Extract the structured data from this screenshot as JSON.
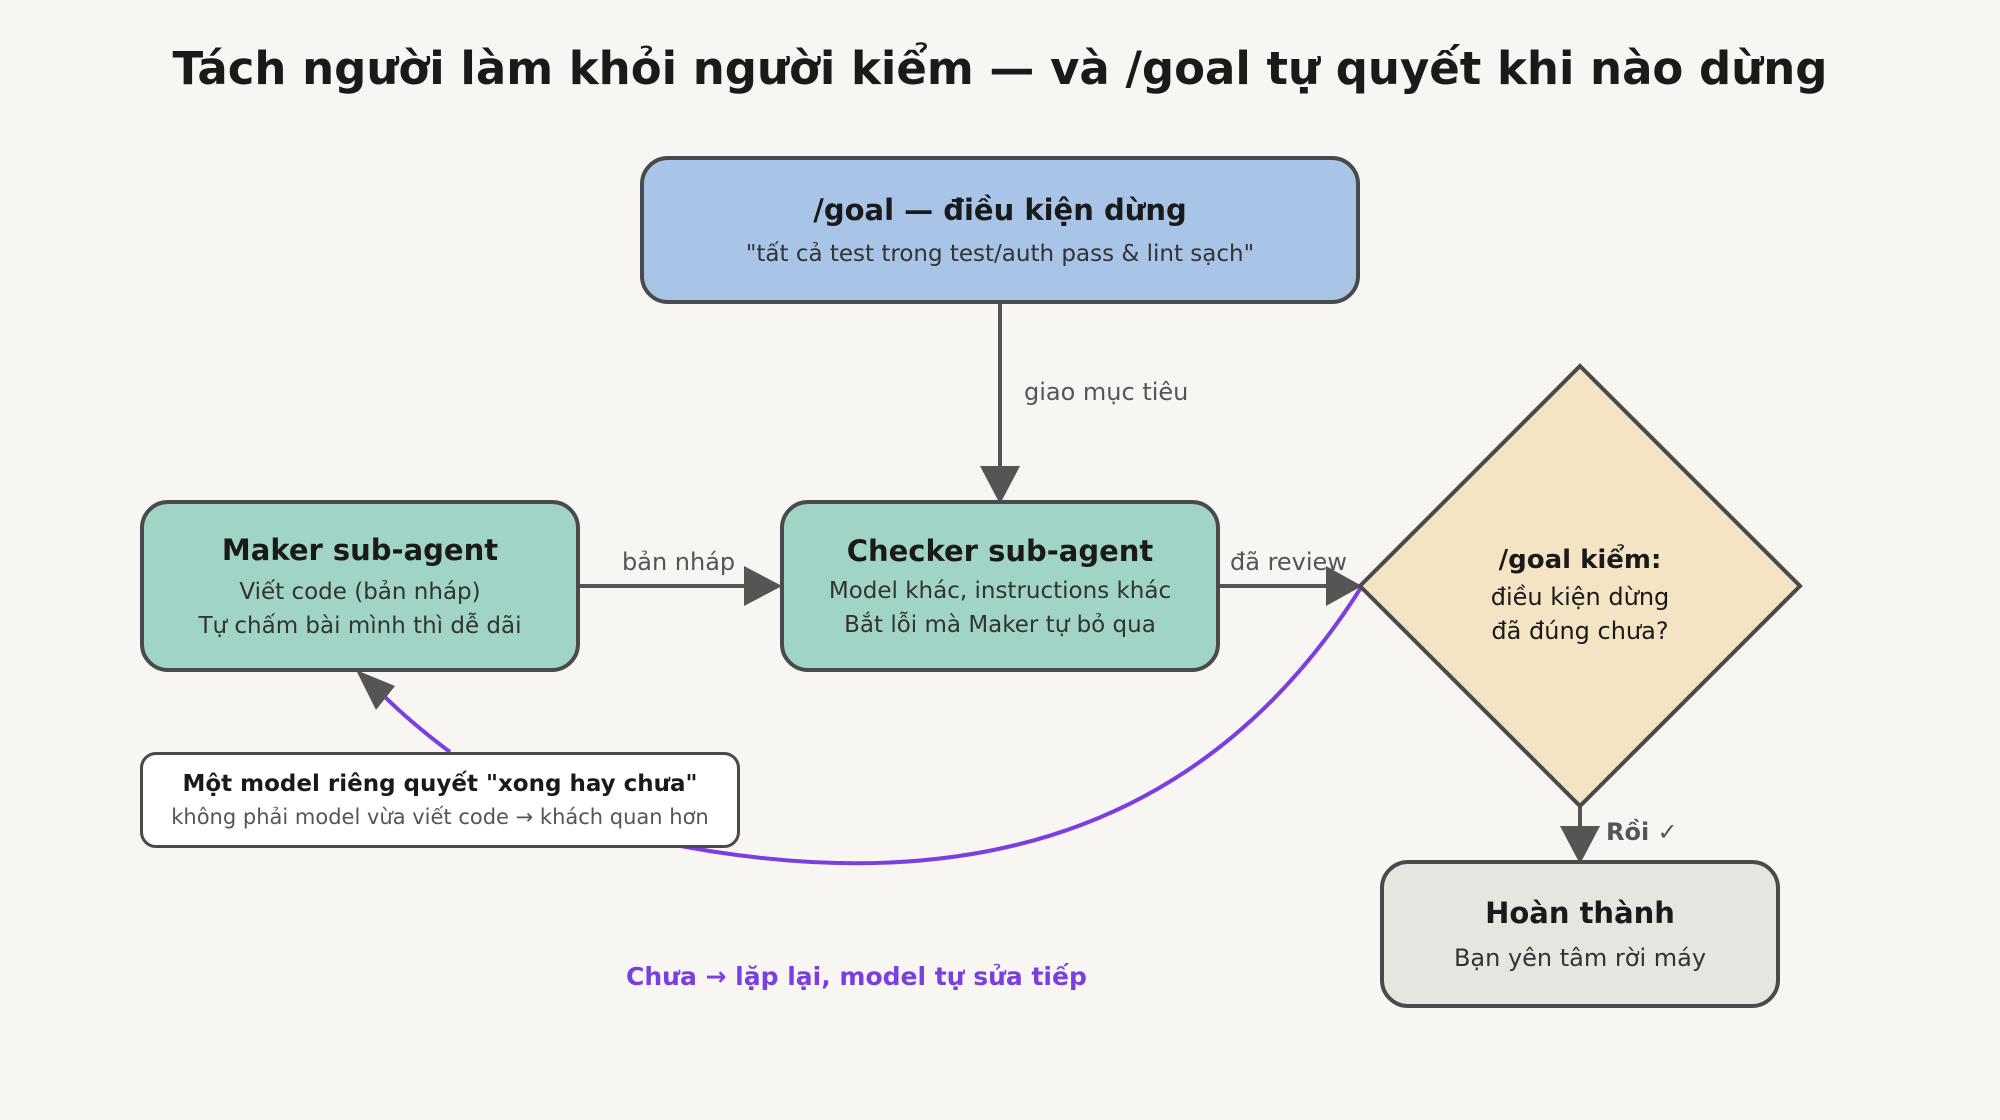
{
  "title": "Tách người làm khỏi người kiểm — và /goal tự quyết khi nào dừng",
  "nodes": {
    "goal": {
      "title": "/goal — điều kiện dừng",
      "subtitle": "\"tất cả test trong test/auth pass & lint sạch\"",
      "color": "#a8c4e6"
    },
    "maker": {
      "title": "Maker sub-agent",
      "line1": "Viết code (bản nháp)",
      "line2": "Tự chấm bài mình thì dễ dãi",
      "color": "#9fd4c6"
    },
    "checker": {
      "title": "Checker sub-agent",
      "line1": "Model khác, instructions khác",
      "line2": "Bắt lỗi mà Maker tự bỏ qua",
      "color": "#9fd4c6"
    },
    "decision": {
      "title": "/goal kiểm:",
      "line1": "điều kiện dừng",
      "line2": "đã đúng chưa?",
      "color": "#f4e4c3"
    },
    "done": {
      "title": "Hoàn thành",
      "subtitle": "Bạn yên tâm rời máy",
      "color": "#e7e5e0"
    }
  },
  "note": {
    "title": "Một model riêng quyết \"xong hay chưa\"",
    "subtitle": "không phải model vừa viết code → khách quan hơn"
  },
  "edges": {
    "goal_to_checker": "giao mục tiêu",
    "maker_to_checker": "bản nháp",
    "checker_to_decision": "đã review",
    "decision_to_done": "Rồi ✓",
    "loop_back": "Chưa → lặp lại, model tự sửa tiếp"
  },
  "colors": {
    "stroke": "#4a4a4a",
    "arrow": "#555555",
    "loop": "#7b3fe0"
  }
}
